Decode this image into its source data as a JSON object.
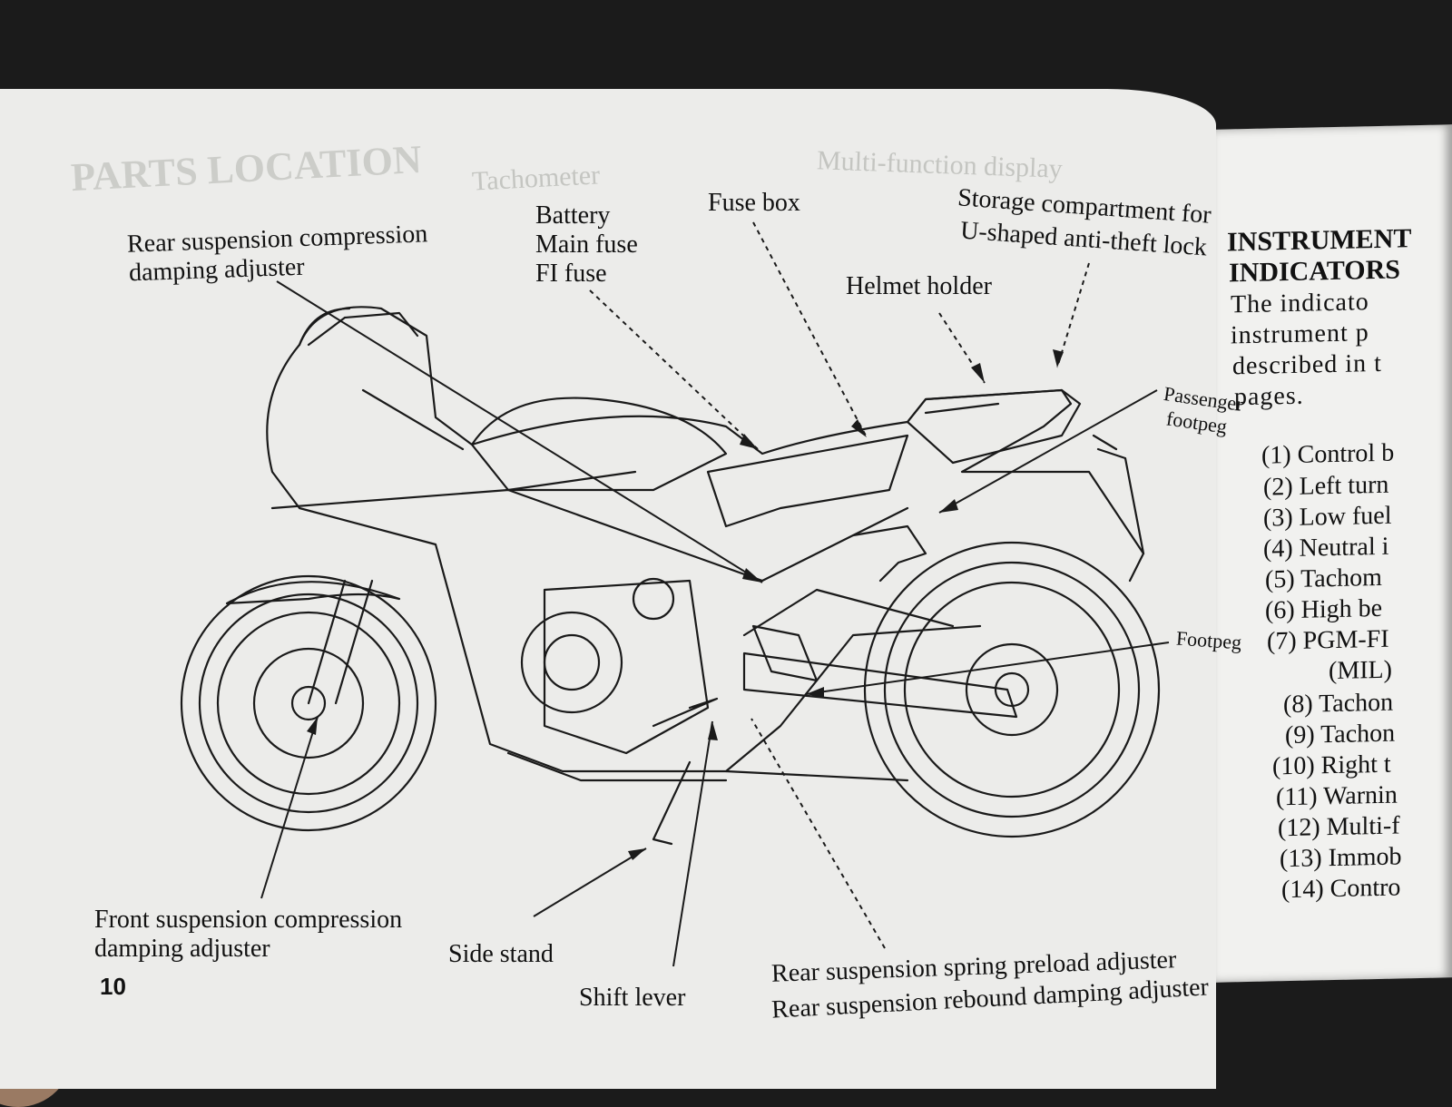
{
  "page": {
    "page_number": "10",
    "ghost_text": {
      "title": "PARTS LOCATION",
      "tachometer": "Tachometer",
      "multi_function_display": "Multi-function display"
    }
  },
  "labels": {
    "rear_suspension_compression_1": "Rear suspension compression",
    "rear_suspension_compression_2": "damping adjuster",
    "battery": "Battery",
    "main_fuse": "Main fuse",
    "fi_fuse": "FI fuse",
    "fuse_box": "Fuse box",
    "storage_1": "Storage compartment for",
    "storage_2": "U-shaped anti-theft lock",
    "helmet_holder": "Helmet holder",
    "passenger_footpeg_1": "Passenger",
    "passenger_footpeg_2": "footpeg",
    "footpeg": "Footpeg",
    "front_suspension_1": "Front suspension compression",
    "front_suspension_2": "damping adjuster",
    "side_stand": "Side stand",
    "shift_lever": "Shift lever",
    "rear_spring_preload": "Rear suspension spring preload adjuster",
    "rear_rebound": "Rear suspension rebound damping adjuster"
  },
  "right_page": {
    "heading_1": "INSTRUMENT",
    "heading_2": "INDICATORS",
    "para": [
      "The indicato",
      "instrument p",
      "described in t",
      "pages."
    ],
    "items": [
      "(1) Control b",
      "(2) Left turn",
      "(3) Low fuel",
      "(4) Neutral i",
      "(5) Tachom",
      "(6) High be",
      "(7) PGM-FI",
      "(MIL)",
      "(8) Tachon",
      "(9) Tachon",
      "(10) Right t",
      "(11) Warnin",
      "(12) Multi-f",
      "(13) Immob",
      "(14) Contro"
    ]
  }
}
